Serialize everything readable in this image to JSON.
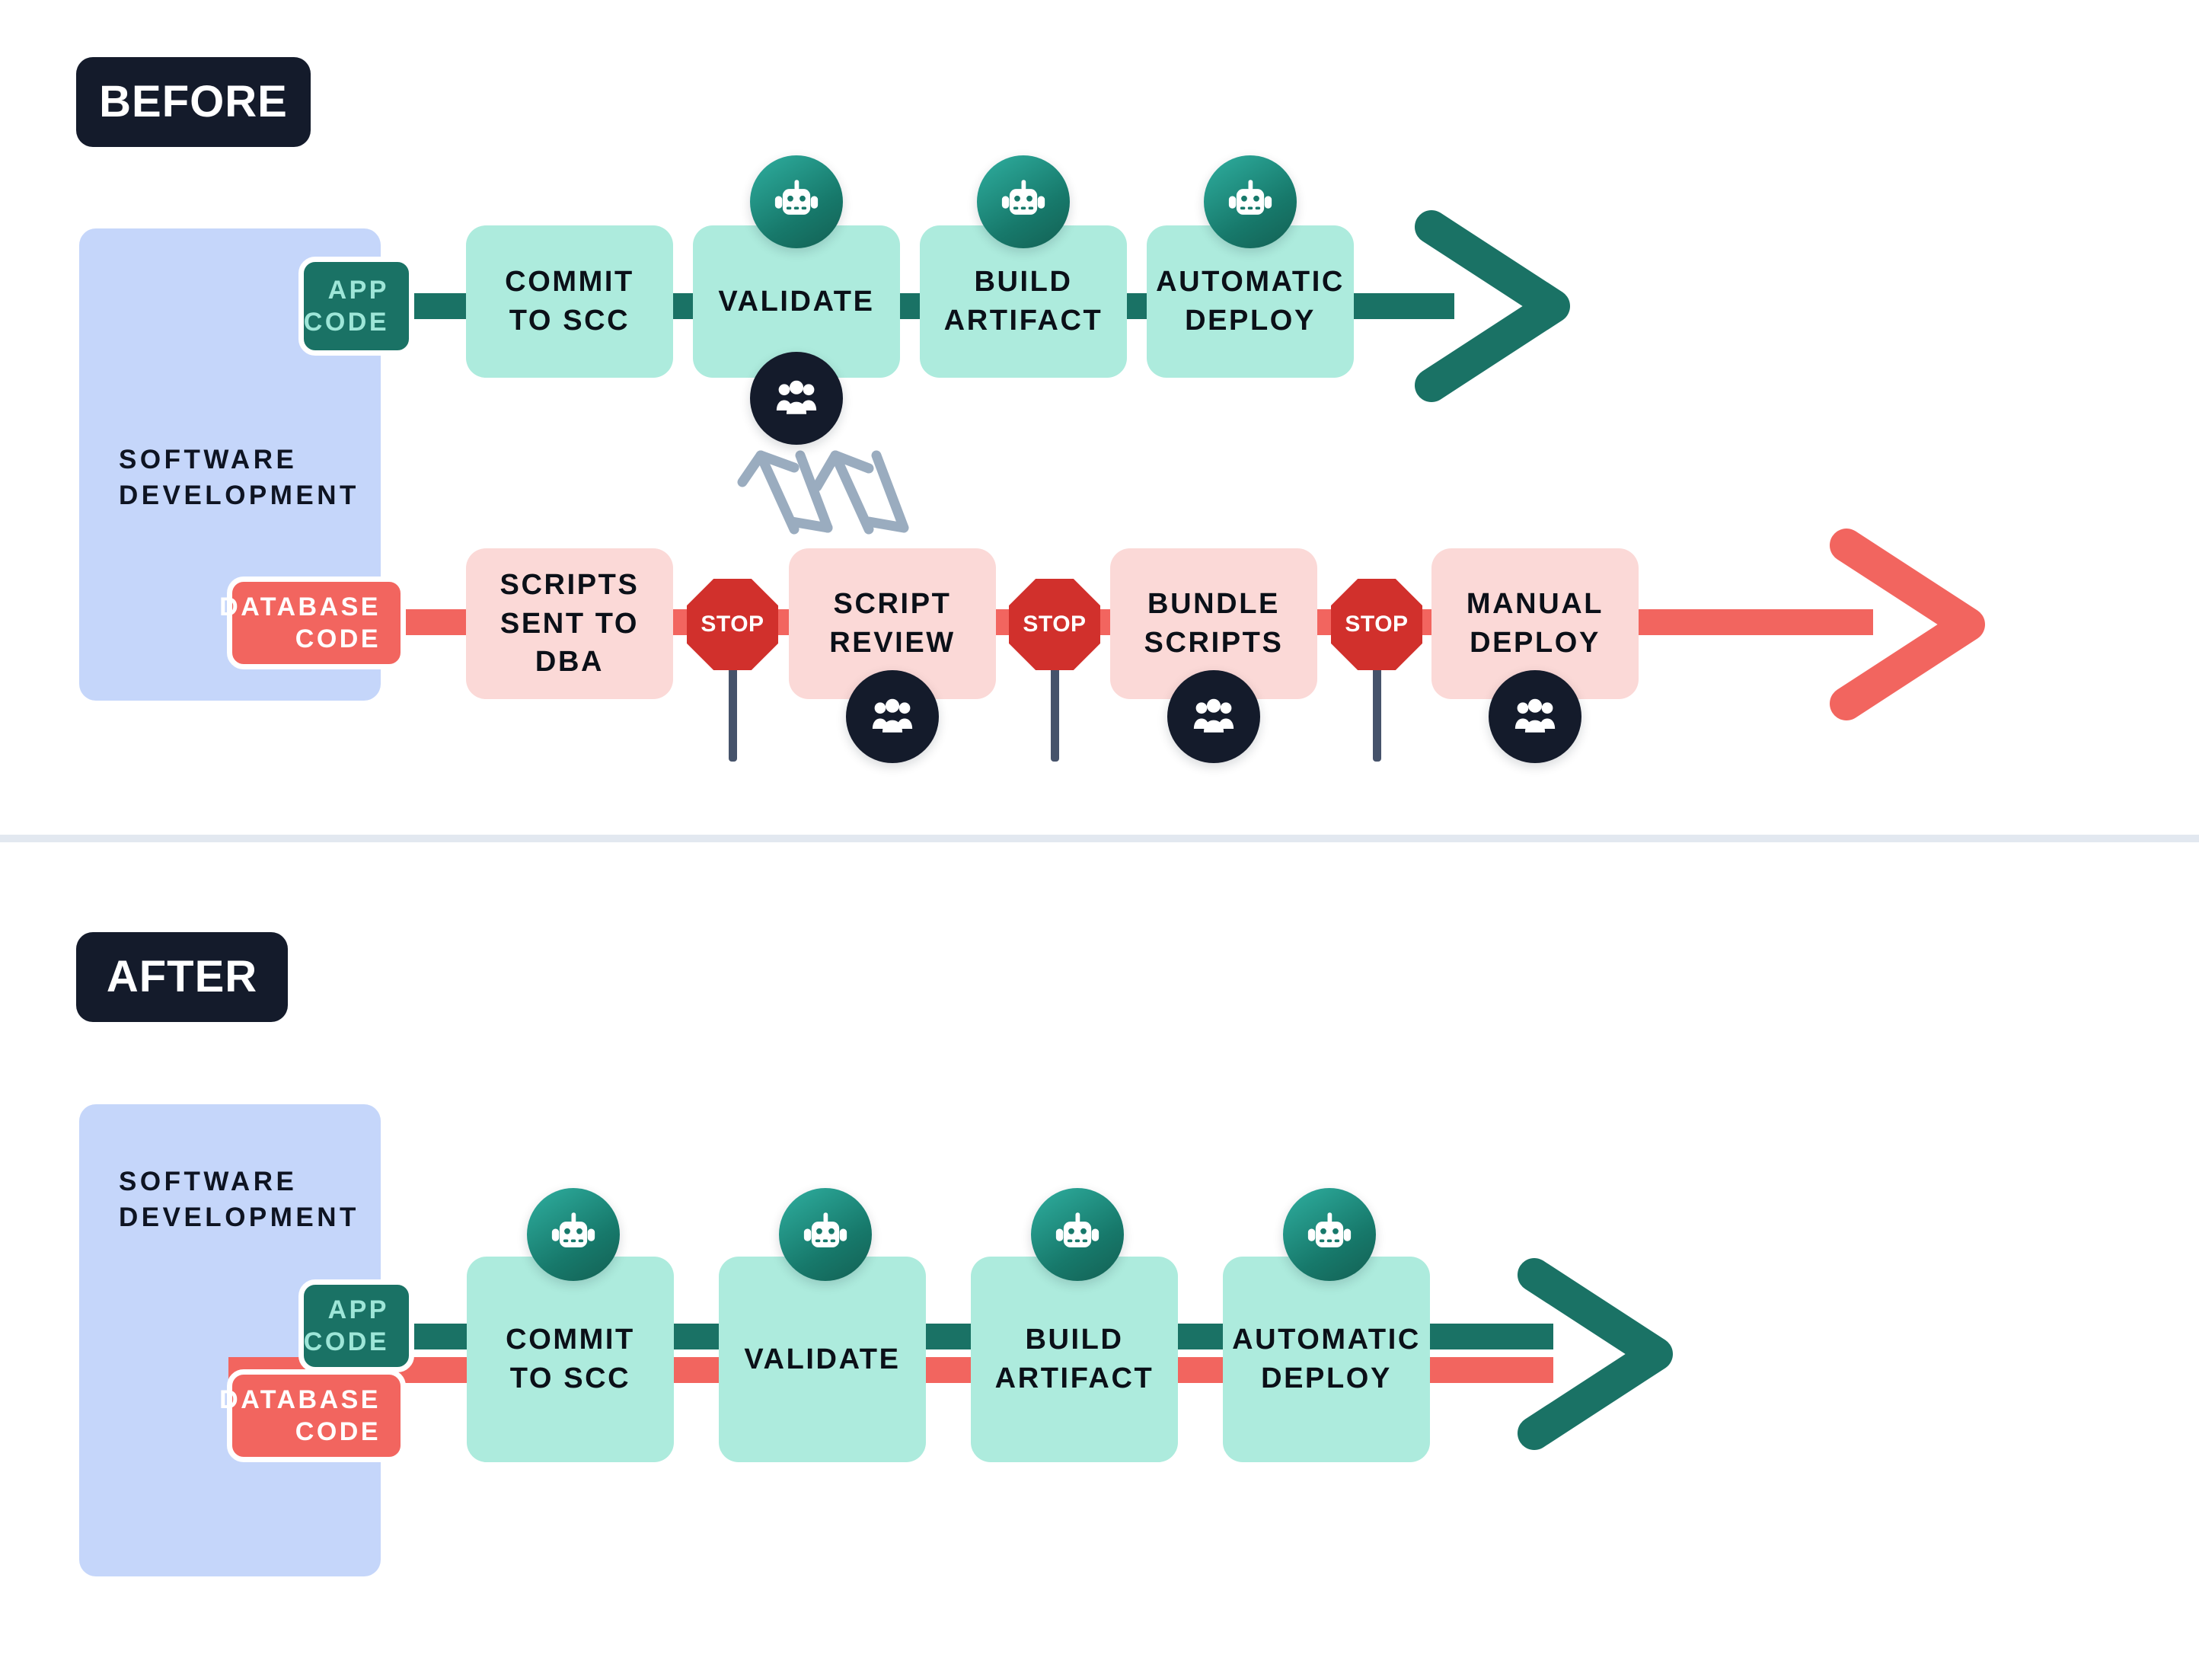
{
  "meta": {
    "colors": {
      "green_dark": "#1A7265",
      "green_light": "#ADEBDD",
      "red": "#F2655F",
      "red_light": "#FBD9D7",
      "stop_red": "#D1302C",
      "navy": "#141B2B",
      "panel_blue": "#C5D6FA",
      "divider": "#E2E8F0",
      "zigzag_gray": "#9AACBF",
      "post_slate": "#46536B",
      "app_code_text": "#9EE6D8"
    }
  },
  "before": {
    "chip_label": "BEFORE",
    "panel_label": "SOFTWARE\nDEVELOPMENT",
    "app_code_label": "APP\nCODE",
    "database_code_label": "DATABASE\nCODE",
    "app_track": [
      {
        "label": "COMMIT\nTO SCC",
        "bot": false,
        "people": false
      },
      {
        "label": "VALIDATE",
        "bot": true,
        "people": true
      },
      {
        "label": "BUILD\nARTIFACT",
        "bot": true,
        "people": false
      },
      {
        "label": "AUTOMATIC\nDEPLOY",
        "bot": true,
        "people": false
      }
    ],
    "db_track": [
      {
        "label": "SCRIPTS\nSENT TO\nDBA",
        "people": false
      },
      {
        "label": "SCRIPT\nREVIEW",
        "people": true
      },
      {
        "label": "BUNDLE\nSCRIPTS",
        "people": true
      },
      {
        "label": "MANUAL\nDEPLOY",
        "people": true
      }
    ],
    "stop_label": "STOP",
    "stop_count": 3
  },
  "after": {
    "chip_label": "AFTER",
    "panel_label": "SOFTWARE\nDEVELOPMENT",
    "app_code_label": "APP\nCODE",
    "database_code_label": "DATABASE\nCODE",
    "track": [
      {
        "label": "COMMIT\nTO SCC",
        "bot": true
      },
      {
        "label": "VALIDATE",
        "bot": true
      },
      {
        "label": "BUILD\nARTIFACT",
        "bot": true
      },
      {
        "label": "AUTOMATIC\nDEPLOY",
        "bot": true
      }
    ]
  },
  "icons": {
    "bot": "robot-icon",
    "people": "people-group-icon",
    "stop": "stop-sign-icon",
    "arrow": "arrow-right-icon",
    "feedback": "feedback-zigzag-arrows-icon"
  }
}
